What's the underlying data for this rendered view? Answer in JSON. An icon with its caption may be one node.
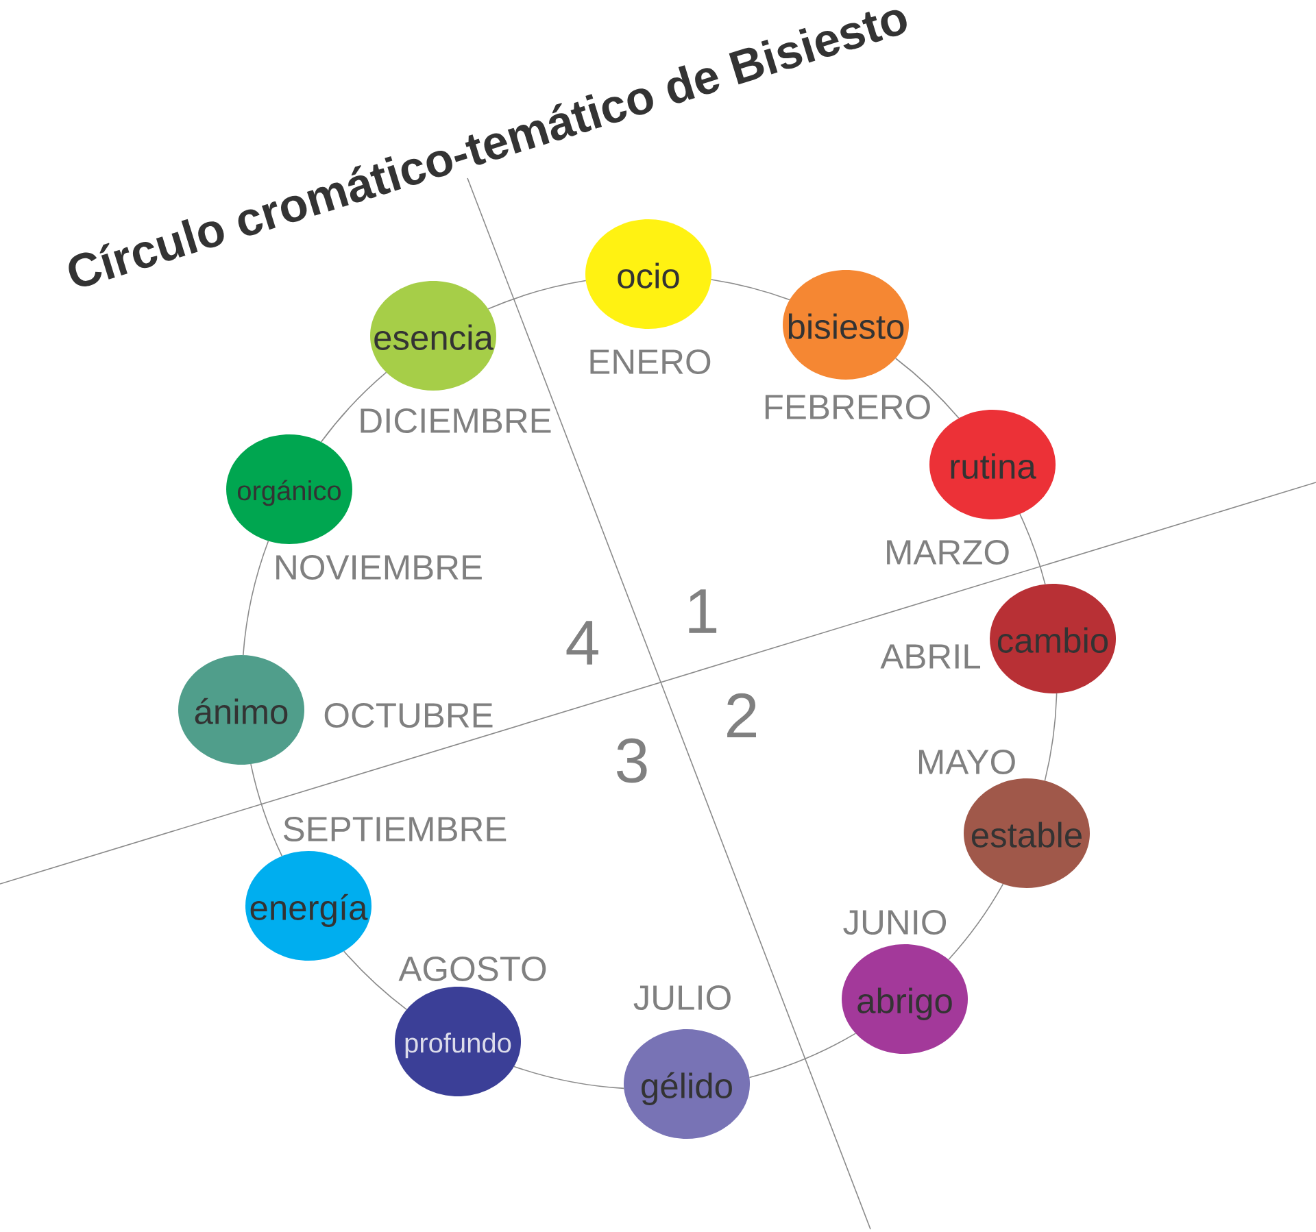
{
  "diagram": {
    "title": "Círculo cromático-temático de Bisiesto",
    "nodes": [
      {
        "text": [
          "ocio"
        ],
        "beside": [
          "ENERO"
        ]
      },
      {
        "text": [
          "bisiesto"
        ],
        "beside": [
          "FEBRERO"
        ]
      },
      {
        "text": [
          "rutina"
        ],
        "beside": [
          "MARZO"
        ]
      },
      {
        "text": [
          "cambio"
        ],
        "beside": [
          "ABRIL"
        ]
      },
      {
        "text": [
          "estable"
        ],
        "beside": [
          "MAYO"
        ]
      },
      {
        "text": [
          "abrigo"
        ],
        "beside": [
          "JUNIO"
        ]
      },
      {
        "text": [
          "gélido"
        ],
        "beside": [
          "JULIO"
        ]
      },
      {
        "text": [
          "profundo"
        ],
        "beside": [
          "AGOSTO"
        ]
      },
      {
        "text": [
          "energía"
        ],
        "beside": [
          "SEPTIEMBRE"
        ]
      },
      {
        "text": [
          "ánimo"
        ],
        "beside": [
          "OCTUBRE"
        ]
      },
      {
        "text": [
          "orgánico"
        ],
        "beside": [
          "NOVIEMBRE"
        ]
      },
      {
        "text": [
          "esencia"
        ],
        "beside": [
          "DICIEMBRE"
        ]
      }
    ],
    "edges": [
      {
        "from": 0,
        "to": 1,
        "arrow": "none"
      },
      {
        "from": 1,
        "to": 2,
        "arrow": "none"
      },
      {
        "from": 2,
        "to": 3,
        "arrow": "none"
      },
      {
        "from": 3,
        "to": 4,
        "arrow": "none"
      },
      {
        "from": 4,
        "to": 5,
        "arrow": "none"
      },
      {
        "from": 5,
        "to": 6,
        "arrow": "none"
      },
      {
        "from": 6,
        "to": 7,
        "arrow": "none"
      },
      {
        "from": 7,
        "to": 8,
        "arrow": "none"
      },
      {
        "from": 8,
        "to": 9,
        "arrow": "none"
      },
      {
        "from": 9,
        "to": 10,
        "arrow": "none"
      },
      {
        "from": 10,
        "to": 11,
        "arrow": "none"
      },
      {
        "from": 11,
        "to": 0,
        "arrow": "none"
      }
    ],
    "labels": [
      "1",
      "2",
      "3",
      "4"
    ]
  }
}
